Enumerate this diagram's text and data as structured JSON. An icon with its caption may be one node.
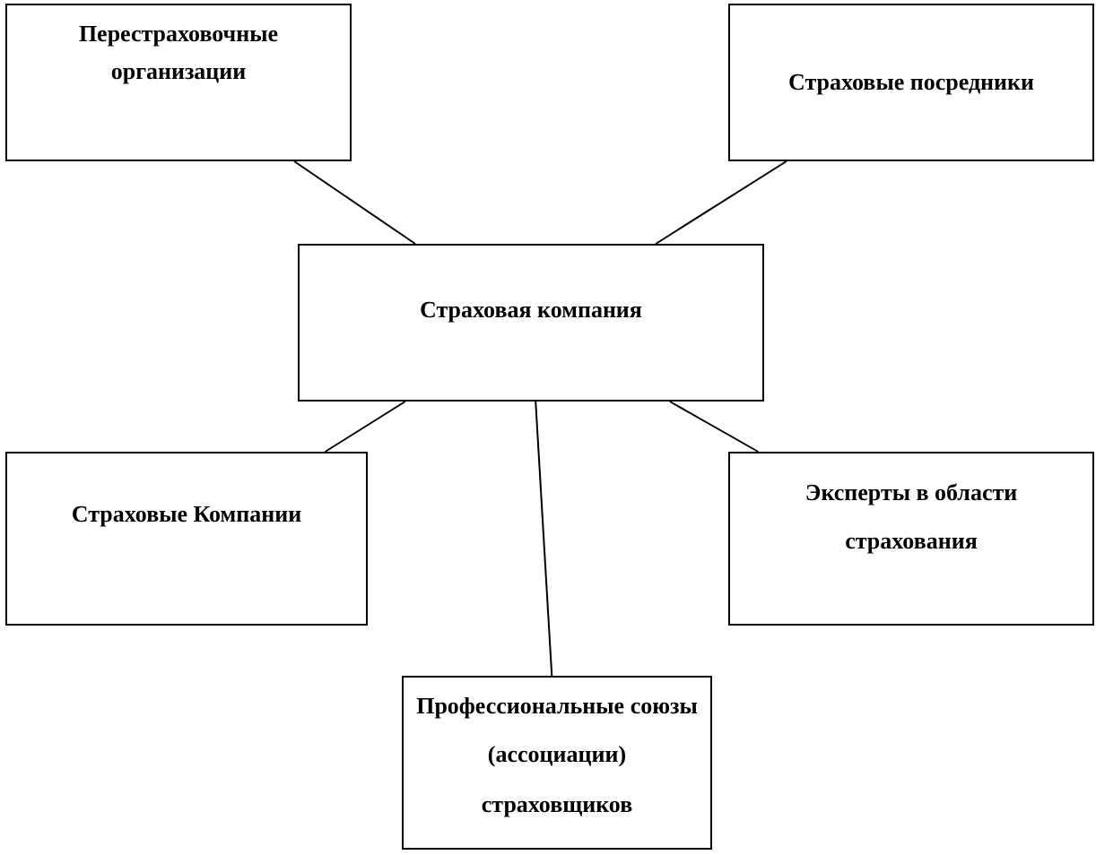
{
  "diagram": {
    "nodes": [
      {
        "text": [
          "Перестраховочные организации"
        ]
      },
      {
        "text": [
          "Страховые посредники"
        ]
      },
      {
        "text": [
          "Страховая компания"
        ]
      },
      {
        "text": [
          "Страховые Компании"
        ]
      },
      {
        "text": [
          "Эксперты в области страхования"
        ]
      },
      {
        "text": [
          "Профессиональные союзы (ассоциации) страховщиков"
        ]
      }
    ],
    "edges": [
      {
        "from": 2,
        "to": 0,
        "arrow": "none"
      },
      {
        "from": 2,
        "to": 1,
        "arrow": "none"
      },
      {
        "from": 2,
        "to": 3,
        "arrow": "none"
      },
      {
        "from": 2,
        "to": 4,
        "arrow": "none"
      },
      {
        "from": 2,
        "to": 5,
        "arrow": "none"
      }
    ]
  }
}
